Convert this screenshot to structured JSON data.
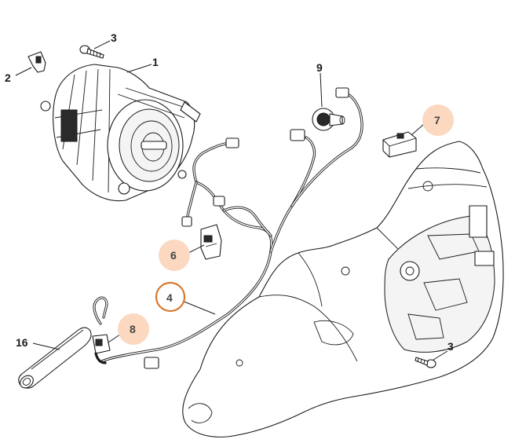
{
  "diagram": {
    "callouts": {
      "c1": "1",
      "c2": "2",
      "c3_top": "3",
      "c3_bottom": "3",
      "c4": "4",
      "c6": "6",
      "c7": "7",
      "c8": "8",
      "c9": "9",
      "c16": "16"
    },
    "highlight_colors": {
      "fill": "#fbd8bf",
      "ring": "#d9782e"
    }
  }
}
